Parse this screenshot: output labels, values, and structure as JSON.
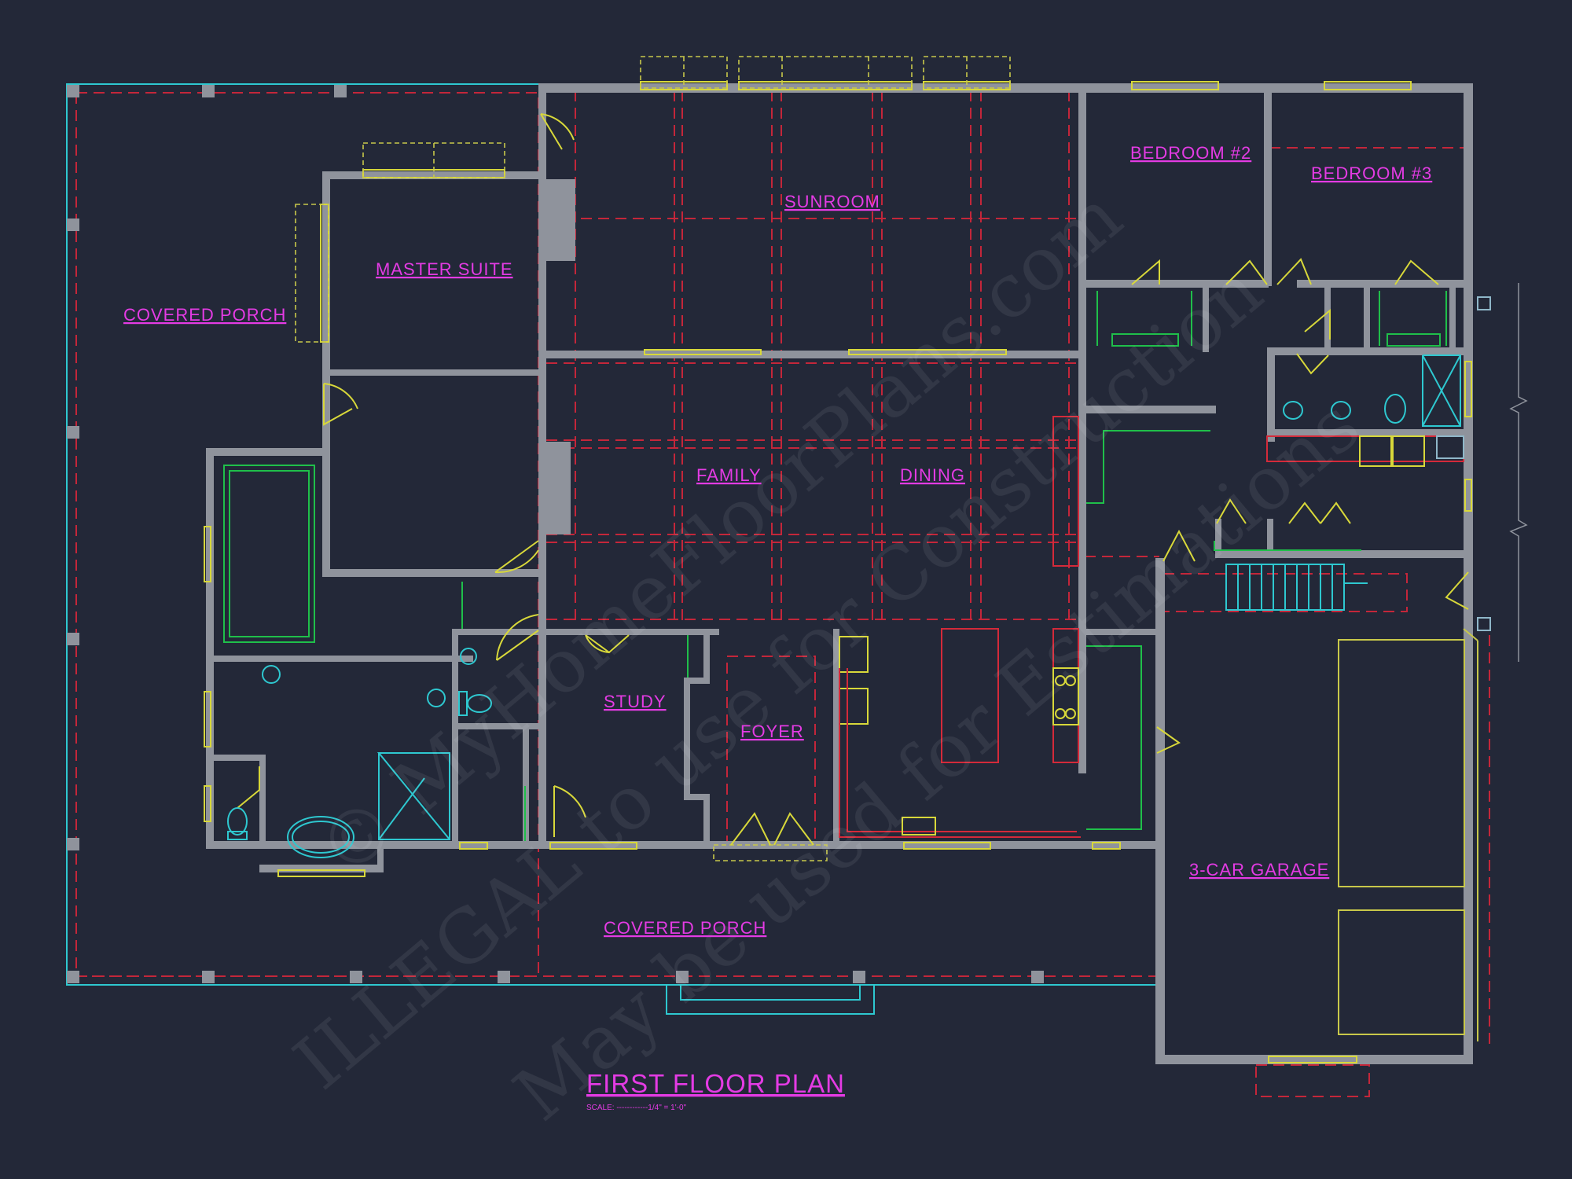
{
  "plan": {
    "title": "FIRST FLOOR PLAN",
    "scale": "SCALE: ------------1/4\" = 1'-0\"",
    "rooms": {
      "covered_porch_west": "COVERED PORCH",
      "master_suite": "MASTER SUITE",
      "sunroom": "SUNROOM",
      "bedroom_2": "BEDROOM #2",
      "bedroom_3": "BEDROOM #3",
      "family": "FAMILY",
      "dining": "DINING",
      "study": "STUDY",
      "foyer": "FOYER",
      "garage": "3-CAR GARAGE",
      "covered_porch_south": "COVERED PORCH"
    },
    "watermark": {
      "line1": "© MyHomeFloorPlans.com",
      "line2": "ILLEGAL to use for Construction",
      "line3": "May be used for Estimations"
    }
  },
  "colors": {
    "background": "#232838",
    "wall": "#8f939c",
    "label": "#e43be4",
    "window": "#d8d83a",
    "beam_dashed": "#c4263a",
    "fixture": "#2ec8d0",
    "cabinet": "#1fbf4a"
  }
}
